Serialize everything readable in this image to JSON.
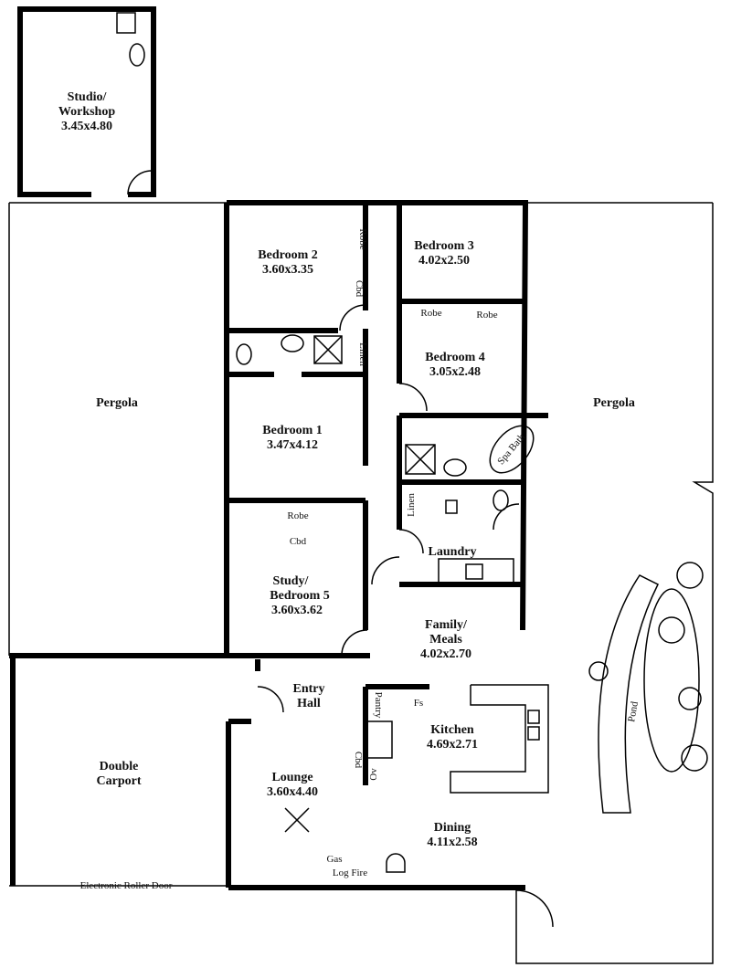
{
  "rooms": {
    "studio": {
      "name1": "Studio/",
      "name2": "Workshop",
      "size": "3.45x4.80"
    },
    "pergola_left": {
      "name": "Pergola"
    },
    "pergola_right": {
      "name": "Pergola"
    },
    "bedroom2": {
      "name": "Bedroom 2",
      "size": "3.60x3.35"
    },
    "bedroom3": {
      "name": "Bedroom 3",
      "size": "4.02x2.50"
    },
    "bedroom4": {
      "name": "Bedroom 4",
      "size": "3.05x2.48"
    },
    "bedroom1": {
      "name": "Bedroom 1",
      "size": "3.47x4.12"
    },
    "study": {
      "name1": "Study/",
      "name2": "Bedroom 5",
      "size": "3.60x3.62"
    },
    "family": {
      "name1": "Family/",
      "name2": "Meals",
      "size": "4.02x2.70"
    },
    "laundry": {
      "name": "Laundry"
    },
    "entry": {
      "name1": "Entry",
      "name2": "Hall"
    },
    "kitchen": {
      "name": "Kitchen",
      "size": "4.69x2.71"
    },
    "carport": {
      "name1": "Double",
      "name2": "Carport"
    },
    "lounge": {
      "name": "Lounge",
      "size": "3.60x4.40"
    },
    "dining": {
      "name": "Dining",
      "size": "4.11x2.58"
    }
  },
  "fixtures": {
    "robe_b2": "Robe",
    "cbd_b2": "Cbd",
    "robe_b3a": "Robe",
    "robe_b3b": "Robe",
    "linen1": "Linen",
    "spa_bath": "Spa Bath",
    "linen2": "Linen",
    "robe_b1": "Robe",
    "cbd_b1": "Cbd",
    "pantry": "Pantry",
    "fs": "Fs",
    "cbd_k": "Cbd",
    "ov": "Ov",
    "gas": "Gas",
    "log_fire": "Log Fire",
    "pond": "Pond",
    "roller_door": "Electronic Roller Door"
  }
}
